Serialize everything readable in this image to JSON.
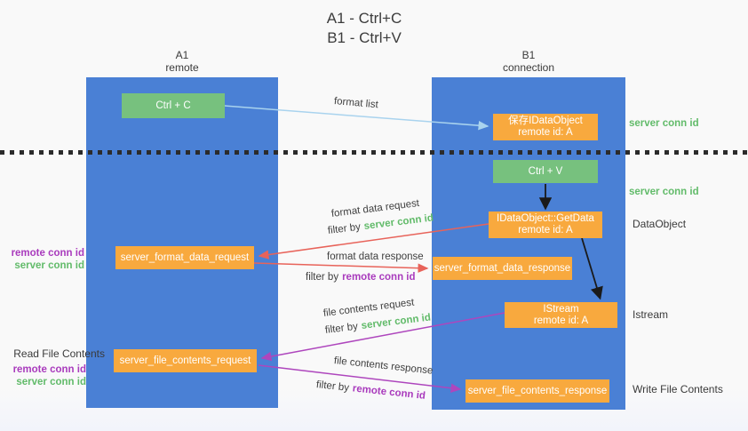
{
  "title": {
    "line1": "A1 - Ctrl+C",
    "line2": "B1 - Ctrl+V"
  },
  "columns": {
    "left": {
      "name": "A1",
      "sub": "remote"
    },
    "right": {
      "name": "B1",
      "sub": "connection"
    }
  },
  "boxes": {
    "ctrl_c": "Ctrl + C",
    "ctrl_v": "Ctrl + V",
    "save_idataobject": {
      "line1": "保存IDataObject",
      "line2": "remote id: A"
    },
    "getdata": {
      "line1": "IDataObject::GetData",
      "line2": "remote id: A"
    },
    "istream": {
      "line1": "IStream",
      "line2": "remote id: A"
    },
    "format_request": "server_format_data_request",
    "format_response": "server_format_data_response",
    "file_request": "server_file_contents_request",
    "file_response": "server_file_contents_response"
  },
  "arrow_labels": {
    "format_list": "format list",
    "format_data_request": "format data request",
    "format_data_request_filter": {
      "prefix": "filter by",
      "value": "server conn id"
    },
    "format_data_response": "format data response",
    "format_data_response_filter": {
      "prefix": "filter by",
      "value": "remote conn id"
    },
    "file_contents_request": "file contents request",
    "file_contents_request_filter": {
      "prefix": "filter by",
      "value": "server conn id"
    },
    "file_contents_response": "file contents response",
    "file_contents_response_filter": {
      "prefix": "filter by",
      "value": "remote conn id"
    }
  },
  "side_labels": {
    "server_conn_id_top": "server conn id",
    "server_conn_id_mid": "server conn id",
    "dataobject": "DataObject",
    "istream": "Istream",
    "write_file_contents": "Write File Contents",
    "read_file_contents": "Read File Contents",
    "remote_conn_id_format": "remote conn id",
    "server_conn_id_format": "server conn id",
    "remote_conn_id_file": "remote conn id",
    "server_conn_id_file": "server conn id"
  },
  "colors": {
    "column_blue": "#4a80d5",
    "box_green": "#77c17e",
    "box_orange": "#f8a93e",
    "arrow_lightblue": "#a9d3ee",
    "arrow_red": "#e8635a",
    "arrow_purple": "#ae46bd",
    "arrow_black": "#1a1a1a",
    "text_green": "#62bb6a",
    "text_purple": "#a93bbd"
  }
}
